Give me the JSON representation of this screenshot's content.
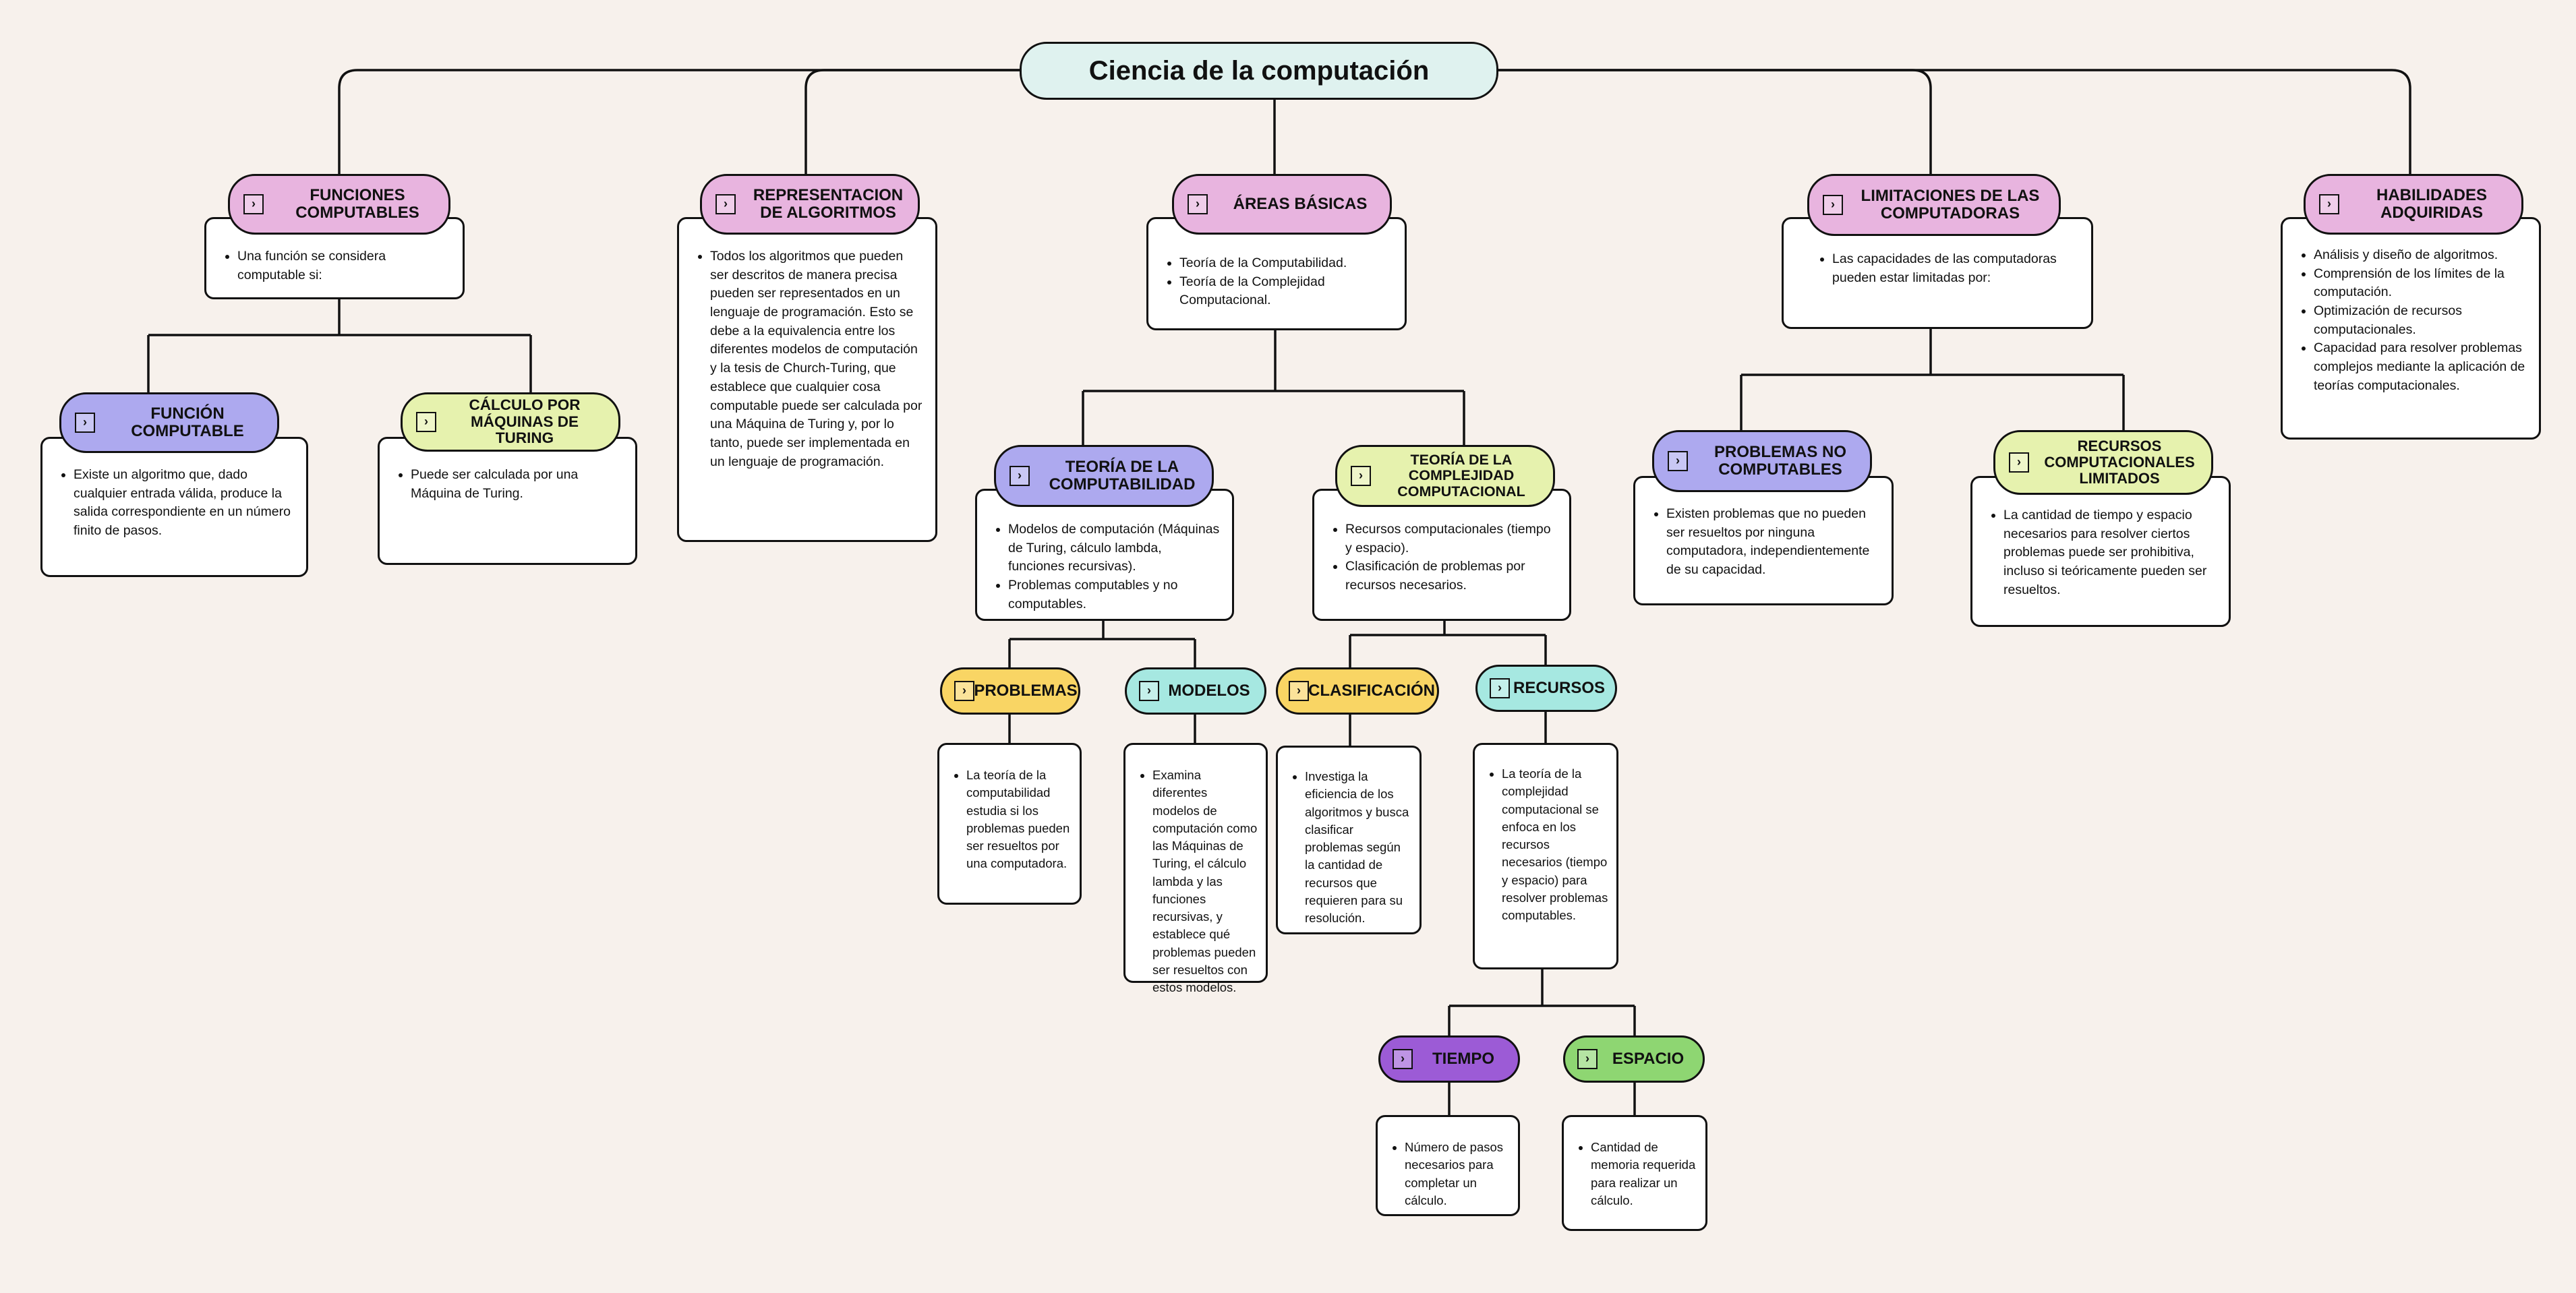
{
  "root": {
    "title": "Ciencia de la computación"
  },
  "nodes": {
    "funciones": {
      "label": "FUNCIONES COMPUTABLES",
      "items": [
        "Una función se considera computable si:"
      ]
    },
    "funcion_computable": {
      "label": "FUNCIÓN COMPUTABLE",
      "items": [
        "Existe un algoritmo que, dado cualquier entrada válida, produce la salida correspondiente en un número finito de pasos."
      ]
    },
    "calculo_turing": {
      "label": "CÁLCULO POR MÁQUINAS DE TURING",
      "items": [
        "Puede ser calculada por una Máquina de Turing."
      ]
    },
    "representacion": {
      "label": "REPRESENTACION DE ALGORITMOS",
      "items": [
        "Todos los algoritmos que pueden ser descritos de manera precisa  pueden ser representados en un lenguaje de programación. Esto se debe a la equivalencia entre los diferentes modelos de computación y la tesis de Church-Turing, que establece que cualquier cosa computable puede ser calculada por una Máquina de Turing y, por lo tanto, puede ser implementada en un lenguaje de programación."
      ]
    },
    "areas": {
      "label": "ÁREAS BÁSICAS",
      "items": [
        "Teoría de la Computabilidad.",
        "Teoría de la Complejidad Computacional."
      ]
    },
    "teoria_computabilidad": {
      "label": "TEORÍA DE LA COMPUTABILIDAD",
      "items": [
        "Modelos de computación (Máquinas de Turing, cálculo lambda, funciones recursivas).",
        "Problemas computables y no computables."
      ]
    },
    "teoria_complejidad": {
      "label": "TEORÍA DE LA COMPLEJIDAD COMPUTACIONAL",
      "items": [
        "Recursos computacionales (tiempo y espacio).",
        "Clasificación de problemas por recursos necesarios."
      ]
    },
    "problemas": {
      "label": "PROBLEMAS",
      "items": [
        "La teoría de la computabilidad estudia si los problemas pueden ser resueltos por una computadora."
      ]
    },
    "modelos": {
      "label": "MODELOS",
      "items": [
        "Examina diferentes modelos de computación como las Máquinas de Turing, el cálculo lambda y las funciones recursivas, y establece qué problemas pueden ser resueltos con estos modelos."
      ]
    },
    "clasificacion": {
      "label": "CLASIFICACIÓN",
      "items": [
        "Investiga la eficiencia de los algoritmos y busca clasificar problemas según la cantidad de recursos que requieren para su resolución."
      ]
    },
    "recursos": {
      "label": "RECURSOS",
      "items": [
        "La teoría de la complejidad computacional se enfoca en los recursos necesarios (tiempo y espacio) para resolver problemas computables."
      ]
    },
    "tiempo": {
      "label": "TIEMPO",
      "items": [
        "Número de pasos necesarios para completar un cálculo."
      ]
    },
    "espacio": {
      "label": "ESPACIO",
      "items": [
        "Cantidad de memoria requerida para realizar un cálculo."
      ]
    },
    "limitaciones": {
      "label": "LIMITACIONES DE LAS COMPUTADORAS",
      "items": [
        "Las capacidades de las computadoras pueden estar limitadas por:"
      ]
    },
    "problemas_no_computables": {
      "label": "PROBLEMAS NO COMPUTABLES",
      "items": [
        "Existen problemas que no pueden ser resueltos por ninguna computadora, independientemente de su capacidad."
      ]
    },
    "recursos_limitados": {
      "label": "RECURSOS COMPUTACIONALES LIMITADOS",
      "items": [
        "La cantidad de tiempo y espacio necesarios para resolver ciertos problemas puede ser prohibitiva, incluso si teóricamente pueden ser resueltos."
      ]
    },
    "habilidades": {
      "label": "HABILIDADES ADQUIRIDAS",
      "items": [
        "Análisis y diseño de algoritmos.",
        "Comprensión de los límites de la computación.",
        "Optimización de recursos computacionales.",
        "Capacidad para resolver problemas complejos mediante la aplicación de teorías computacionales."
      ]
    }
  },
  "icon": {
    "name": "chevron-right-icon",
    "glyph": "›"
  },
  "colors": {
    "background": "#f7f1ec",
    "root": "#dff2ef",
    "pink": "#e8b4df",
    "violet": "#ada9ef",
    "lime": "#e6f2ae",
    "yellow": "#f9d564",
    "cyan": "#a6e8e1",
    "purple": "#9c5bd6",
    "green": "#8ed672"
  }
}
